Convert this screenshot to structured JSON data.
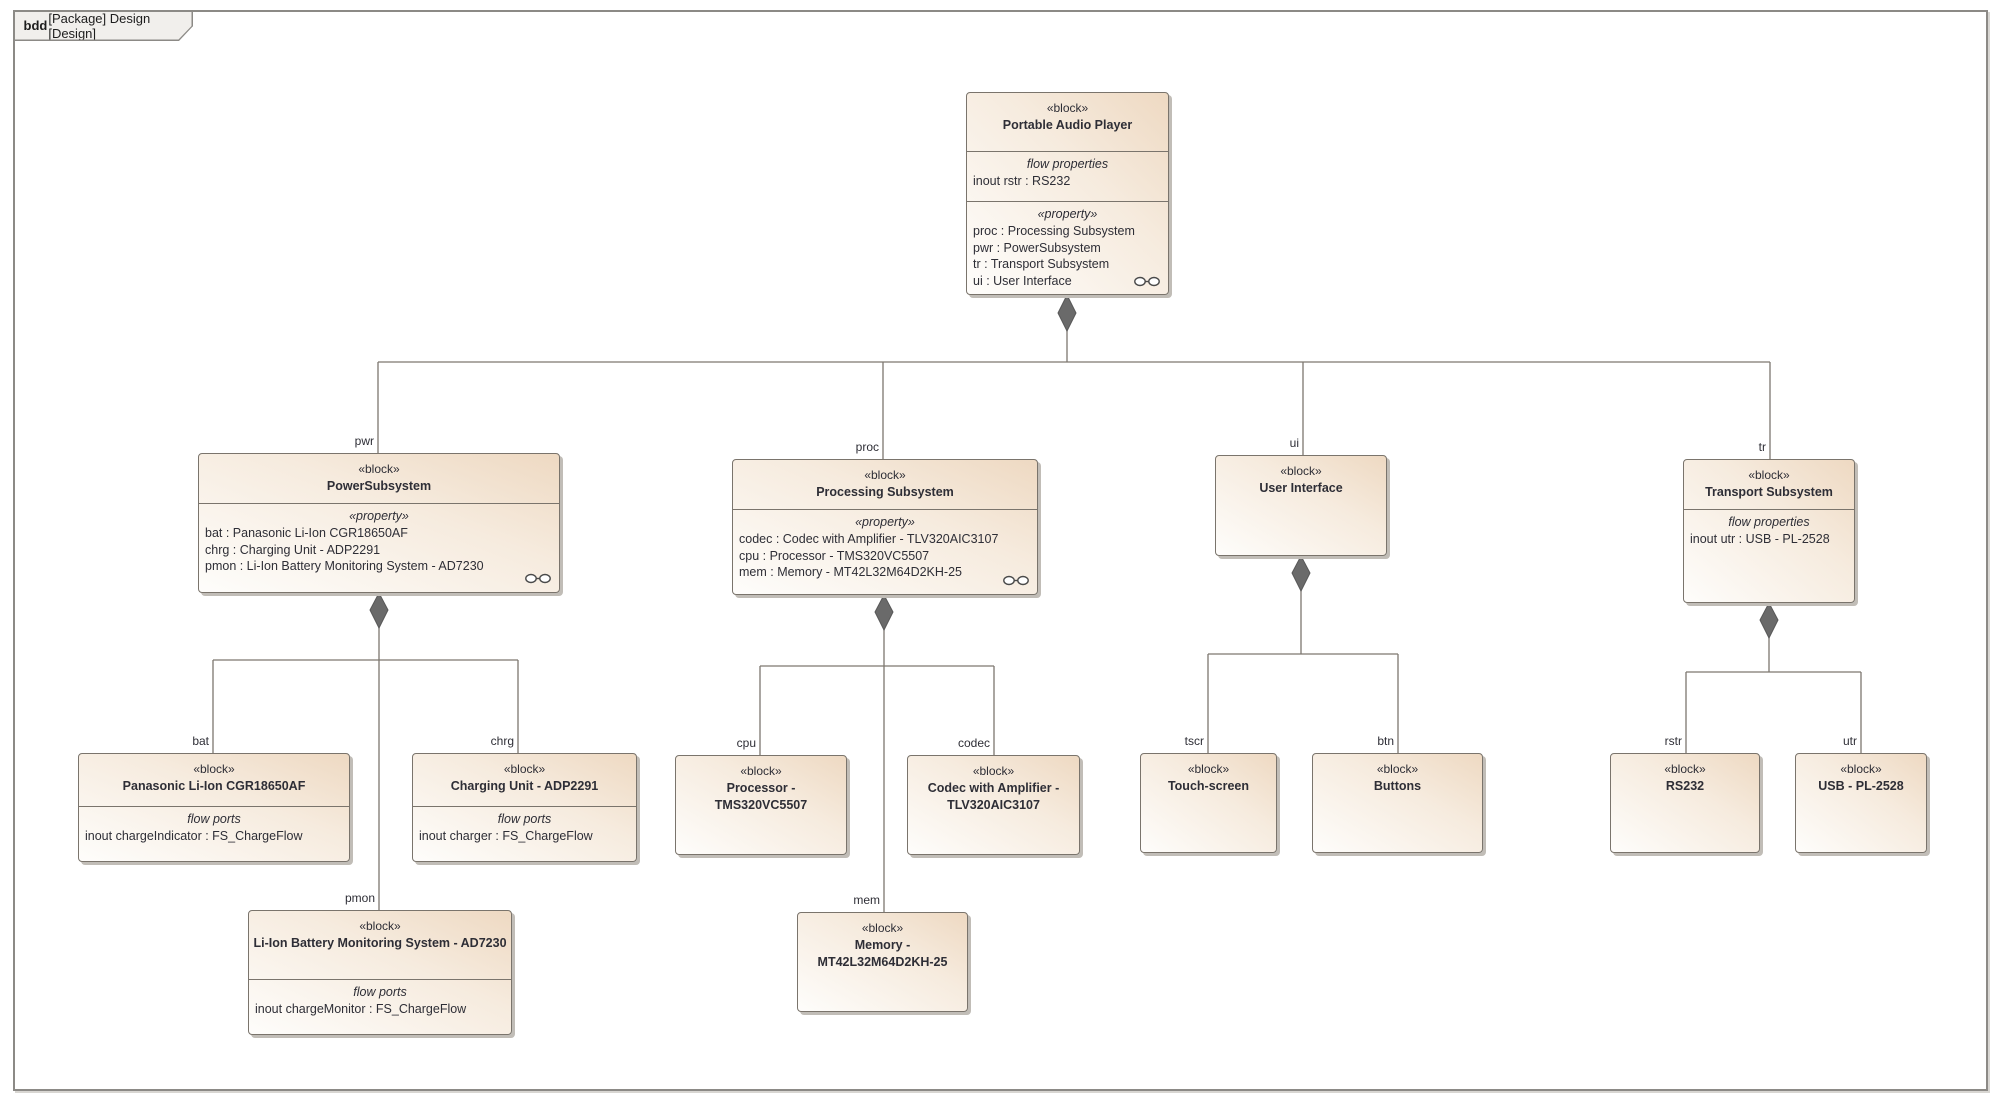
{
  "frame": {
    "keyword": "bdd",
    "title": "[Package] Design [Design]"
  },
  "colors": {
    "block_fill_dark": "#eed9c2",
    "block_fill_light": "#fefdfb",
    "block_border": "#7a746c",
    "connector": "#7d776f",
    "diamond": "#6a6a6a",
    "frame_border": "#8c8a86"
  },
  "blocks": {
    "player": {
      "stereotype": "«block»",
      "name": "Portable Audio Player",
      "flow_header": "flow properties",
      "flow": [
        "inout rstr : RS232"
      ],
      "prop_header": "«property»",
      "props": [
        "proc : Processing Subsystem",
        "pwr : PowerSubsystem",
        "tr : Transport Subsystem",
        "ui : User Interface"
      ]
    },
    "power": {
      "stereotype": "«block»",
      "name": "PowerSubsystem",
      "prop_header": "«property»",
      "props": [
        "bat : Panasonic Li-Ion CGR18650AF",
        "chrg : Charging Unit - ADP2291",
        "pmon : Li-Ion Battery Monitoring System - AD7230"
      ]
    },
    "proc": {
      "stereotype": "«block»",
      "name": "Processing Subsystem",
      "prop_header": "«property»",
      "props": [
        "codec : Codec with Amplifier - TLV320AIC3107",
        "cpu : Processor - TMS320VC5507",
        "mem : Memory - MT42L32M64D2KH-25"
      ]
    },
    "ui": {
      "stereotype": "«block»",
      "name": "User Interface"
    },
    "tr": {
      "stereotype": "«block»",
      "name": "Transport Subsystem",
      "flow_header": "flow properties",
      "flow": [
        "inout utr : USB - PL-2528"
      ]
    },
    "bat": {
      "stereotype": "«block»",
      "name": "Panasonic Li-Ion CGR18650AF",
      "flow_header": "flow ports",
      "flow": [
        "inout chargeIndicator : FS_ChargeFlow"
      ]
    },
    "chrg": {
      "stereotype": "«block»",
      "name": "Charging Unit - ADP2291",
      "flow_header": "flow ports",
      "flow": [
        "inout charger : FS_ChargeFlow"
      ]
    },
    "pmon": {
      "stereotype": "«block»",
      "name": "Li-Ion Battery Monitoring System - AD7230",
      "flow_header": "flow ports",
      "flow": [
        "inout chargeMonitor : FS_ChargeFlow"
      ]
    },
    "cpu": {
      "stereotype": "«block»",
      "name": "Processor - TMS320VC5507"
    },
    "codec": {
      "stereotype": "«block»",
      "name": "Codec with Amplifier - TLV320AIC3107"
    },
    "mem": {
      "stereotype": "«block»",
      "name": "Memory - MT42L32M64D2KH-25"
    },
    "tscr": {
      "stereotype": "«block»",
      "name": "Touch-screen"
    },
    "btn": {
      "stereotype": "«block»",
      "name": "Buttons"
    },
    "rstr": {
      "stereotype": "«block»",
      "name": "RS232"
    },
    "utr": {
      "stereotype": "«block»",
      "name": "USB - PL-2528"
    }
  },
  "roles": {
    "pwr": "pwr",
    "proc": "proc",
    "ui": "ui",
    "tr": "tr",
    "bat": "bat",
    "chrg": "chrg",
    "pmon": "pmon",
    "cpu": "cpu",
    "codec": "codec",
    "mem": "mem",
    "tscr": "tscr",
    "btn": "btn",
    "rstr": "rstr",
    "utr": "utr"
  }
}
